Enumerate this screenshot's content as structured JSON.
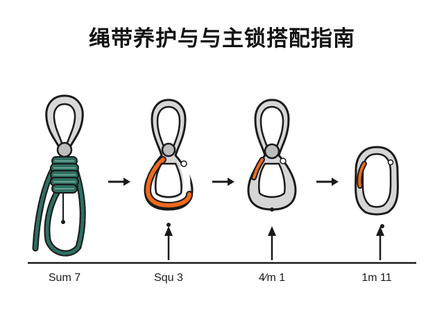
{
  "title": "绳带养护与与主锁搭配指南",
  "colors": {
    "rope": "#2e6f62",
    "rope_light": "#8fc0b2",
    "accent": "#ef6a1f",
    "metal": "#cfcfcf",
    "metal_light": "#f2f2f2",
    "ink": "#1a1a1a"
  },
  "steps": [
    {
      "label": "Sum 7",
      "icon": "rope-loop-carabiner-icon"
    },
    {
      "label": "Squ 3",
      "icon": "orange-gate-carabiner-icon"
    },
    {
      "label": "4∕m 1",
      "icon": "locking-carabiner-icon"
    },
    {
      "label": "1m 11",
      "icon": "oval-carabiner-icon"
    }
  ]
}
